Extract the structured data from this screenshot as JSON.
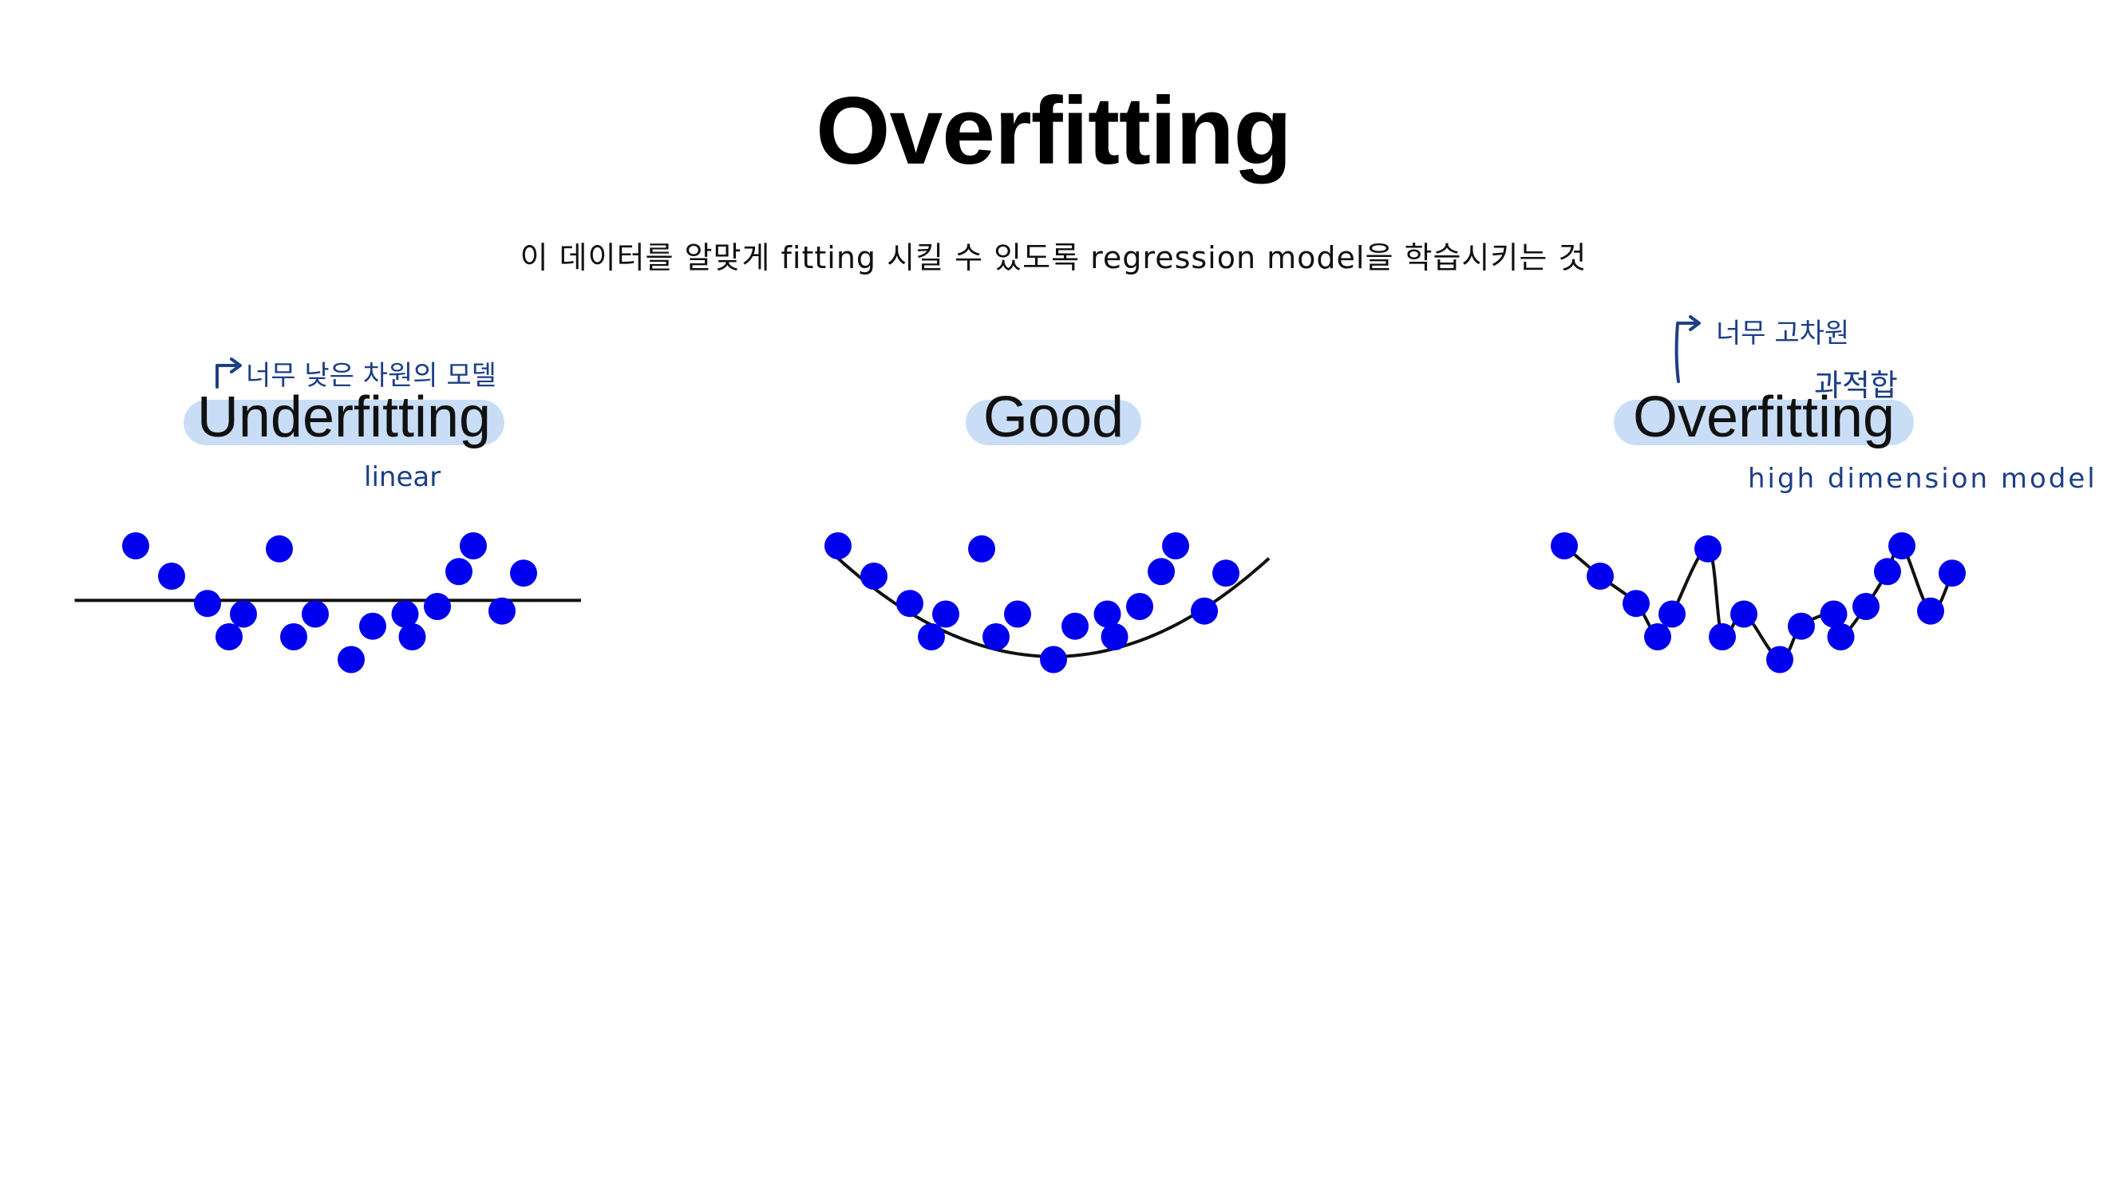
{
  "title": "Overfitting",
  "subtitle": "이 데이터를 알맞게 fitting 시킬 수 있도록 regression model을 학습시키는 것",
  "panels": {
    "underfitting": {
      "label": "Underfitting",
      "note_top": "너무 낮은 차원의 모델",
      "note_model": "linear"
    },
    "good": {
      "label": "Good"
    },
    "overfitting": {
      "label": "Overfitting",
      "note_top": "너무 고차원",
      "note_korean": "과적합",
      "note_model": "high dimension model"
    }
  },
  "colors": {
    "points": "#0000ee",
    "curve": "#111111",
    "highlight": "#c9def6",
    "handwriting": "#1d3f86"
  },
  "data": {
    "points": [
      [
        -3,
        4
      ],
      [
        -2.5,
        2
      ],
      [
        -2,
        0.2
      ],
      [
        -1.7,
        -2
      ],
      [
        -1.5,
        -0.5
      ],
      [
        -1,
        3.8
      ],
      [
        -0.8,
        -2
      ],
      [
        -0.5,
        -0.5
      ],
      [
        0,
        -3.5
      ],
      [
        0.3,
        -1.3
      ],
      [
        0.75,
        -0.5
      ],
      [
        0.85,
        -2
      ],
      [
        1.2,
        0
      ],
      [
        1.5,
        2.3
      ],
      [
        1.7,
        4
      ],
      [
        2.1,
        -0.3
      ],
      [
        2.4,
        2.2
      ]
    ],
    "underfit_level": 0.4,
    "good_curve": "parabola"
  }
}
